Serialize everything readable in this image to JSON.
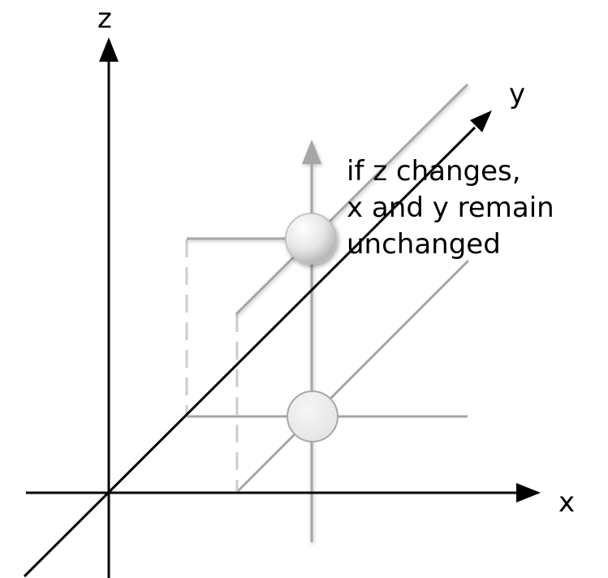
{
  "axes": {
    "x_label": "x",
    "y_label": "y",
    "z_label": "z"
  },
  "annotation": {
    "lines": [
      "if z changes,",
      "x and y remain",
      "unchanged"
    ]
  },
  "colors": {
    "axis": "#000000",
    "guide": "#999999",
    "dashed_guide": "#cccccc",
    "point_fill": "#eeeeee",
    "point_stroke": "#aaaaaa"
  }
}
